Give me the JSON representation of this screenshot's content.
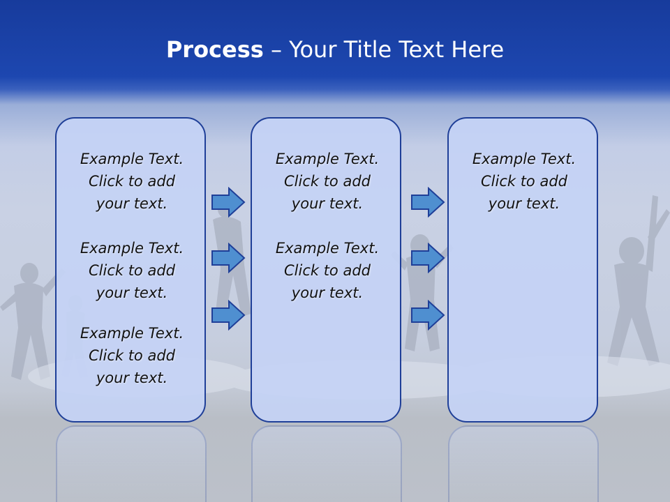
{
  "title": {
    "bold": "Process",
    "rest": " – Your Title Text Here"
  },
  "columns": [
    {
      "items": [
        {
          "l1": "Example Text.",
          "l2": "Click  to add",
          "l3": "your text."
        },
        {
          "l1": "Example Text.",
          "l2": "Click  to add",
          "l3": "your text."
        },
        {
          "l1": "Example Text.",
          "l2": "Click  to add",
          "l3": "your text."
        }
      ]
    },
    {
      "items": [
        {
          "l1": "Example Text.",
          "l2": "Click  to add",
          "l3": "your text."
        },
        {
          "l1": "Example Text.",
          "l2": "Click  to add",
          "l3": "your text."
        }
      ]
    },
    {
      "items": [
        {
          "l1": "Example Text.",
          "l2": "Click  to add",
          "l3": "your text."
        }
      ]
    }
  ],
  "colors": {
    "title_band": "#1d47b0",
    "box_border": "#1f3f98",
    "box_fill": "#c4d2f5",
    "arrow_fill": "#4f8fd0"
  },
  "icons": [
    "right-arrow-icon"
  ]
}
